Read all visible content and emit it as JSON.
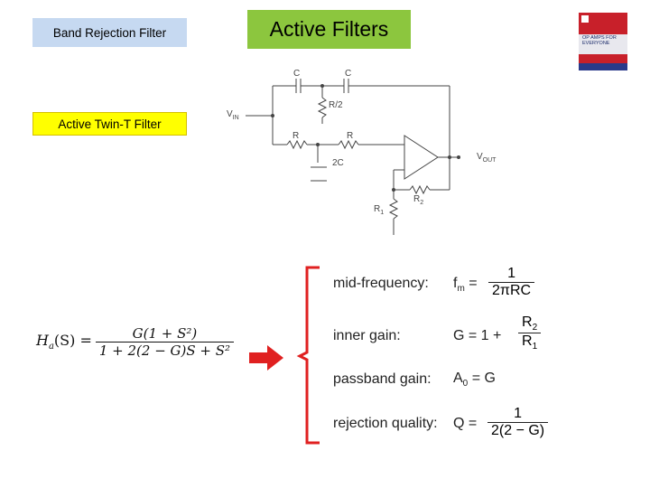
{
  "header": {
    "title": "Active Filters",
    "left_label": "Band Rejection Filter",
    "sub_label": "Active Twin-T Filter"
  },
  "book": {
    "title_line1": "OP AMPS FOR",
    "title_line2": "EVERYONE"
  },
  "circuit": {
    "vin": "V",
    "vin_sub": "IN",
    "vout": "V",
    "vout_sub": "OUT",
    "c_top_left": "C",
    "c_top_right": "C",
    "r_half": "R/2",
    "r_left": "R",
    "r_right": "R",
    "c_double": "2C",
    "r1": "R",
    "r1_sub": "1",
    "r2": "R",
    "r2_sub": "2"
  },
  "transfer": {
    "lhs": "H",
    "lhs_sub": "a",
    "lhs_arg": "(S) =",
    "numerator": "G(1 + S²)",
    "denominator": "1 + 2(2 − G)S + S²"
  },
  "equations": {
    "mid_label": "mid-frequency:",
    "mid_lhs": "f",
    "mid_lhs_sub": "m",
    "mid_num": "1",
    "mid_den": "2πRC",
    "gain_label": "inner gain:",
    "gain_lhs": "G = 1 +",
    "gain_num": "R",
    "gain_num_sub": "2",
    "gain_den": "R",
    "gain_den_sub": "1",
    "pass_label": "passband gain:",
    "pass_expr": "A",
    "pass_sub": "0",
    "pass_rhs": "= G",
    "rej_label": "rejection quality:",
    "rej_lhs": "Q =",
    "rej_num": "1",
    "rej_den": "2(2 − G)"
  },
  "colors": {
    "title_bg": "#8cc63e",
    "band_bg": "#c6d9f1",
    "twin_bg": "#ffff00",
    "bracket": "#e02020",
    "arrow": "#e02020"
  }
}
